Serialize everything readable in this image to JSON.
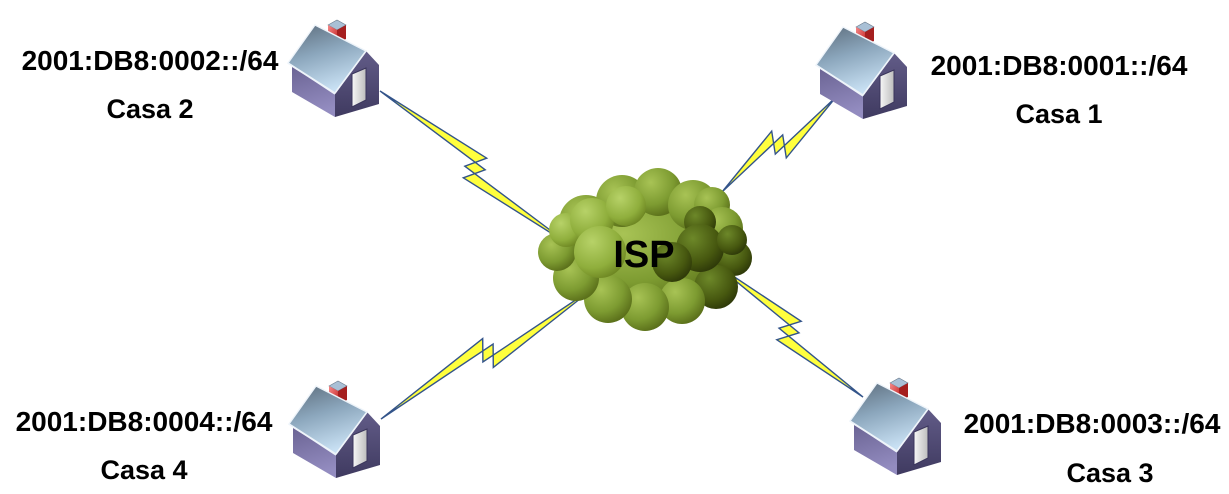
{
  "cloud": {
    "label": "ISP",
    "icon": "cloud-icon",
    "colors": {
      "light": "#a6c254",
      "mid": "#7d9b31",
      "dark": "#2c3708"
    }
  },
  "houses": {
    "casa1": {
      "prefix": "2001:DB8:0001::/64",
      "name": "Casa 1",
      "position": "top-right"
    },
    "casa2": {
      "prefix": "2001:DB8:0002::/64",
      "name": "Casa 2",
      "position": "top-left"
    },
    "casa3": {
      "prefix": "2001:DB8:0003::/64",
      "name": "Casa 3",
      "position": "bottom-right"
    },
    "casa4": {
      "prefix": "2001:DB8:0004::/64",
      "name": "Casa 4",
      "position": "bottom-left"
    }
  },
  "links": {
    "type": "lightning-bolt",
    "count": 4,
    "fill": "#ffff3d",
    "stroke": "#33548a"
  },
  "icons": {
    "house_icon": "isometric house with blue roof, purple walls, red chimney, white door",
    "cloud_icon": "green ISP network cloud",
    "lightning-bolt-icon": "yellow zigzag WAN link"
  },
  "colors": {
    "background": "#ffffff",
    "text": "#000000",
    "roof_light": "#c6def2",
    "roof_dark": "#5f7080",
    "wall_purple": "#6b6494",
    "chimney_red": "#d03030"
  }
}
